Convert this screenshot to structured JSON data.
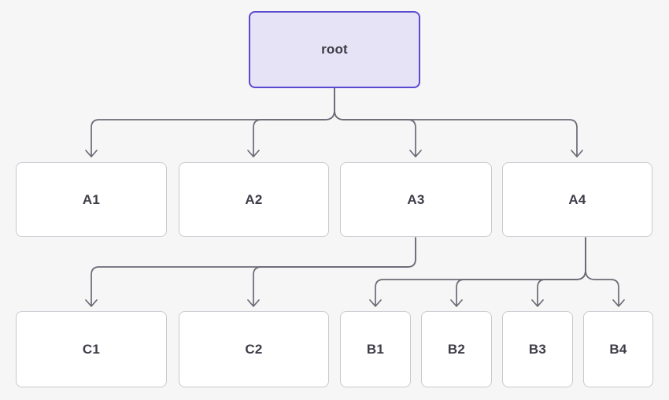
{
  "diagram": {
    "type": "tree",
    "root": {
      "id": "root",
      "label": "root",
      "children": [
        {
          "id": "A1",
          "label": "A1",
          "children": []
        },
        {
          "id": "A2",
          "label": "A2",
          "children": []
        },
        {
          "id": "A3",
          "label": "A3",
          "children": [
            {
              "id": "C1",
              "label": "C1"
            },
            {
              "id": "C2",
              "label": "C2"
            }
          ]
        },
        {
          "id": "A4",
          "label": "A4",
          "children": [
            {
              "id": "B1",
              "label": "B1"
            },
            {
              "id": "B2",
              "label": "B2"
            },
            {
              "id": "B3",
              "label": "B3"
            },
            {
              "id": "B4",
              "label": "B4"
            }
          ]
        }
      ]
    },
    "edges": [
      [
        "root",
        "A1"
      ],
      [
        "root",
        "A2"
      ],
      [
        "root",
        "A3"
      ],
      [
        "root",
        "A4"
      ],
      [
        "A3",
        "C1"
      ],
      [
        "A3",
        "C2"
      ],
      [
        "A4",
        "B1"
      ],
      [
        "A4",
        "B2"
      ],
      [
        "A4",
        "B3"
      ],
      [
        "A4",
        "B4"
      ]
    ],
    "edge_style": "rounded-orthogonal-with-arrowheads"
  },
  "colors": {
    "background": "#f6f6f7",
    "node_fill": "#ffffff",
    "node_border": "#c9c9d0",
    "root_node_fill": "#e7e3f6",
    "root_node_border": "#5a4ad0",
    "edge_stroke": "#6d6a75",
    "label_text": "#3e3c47"
  }
}
